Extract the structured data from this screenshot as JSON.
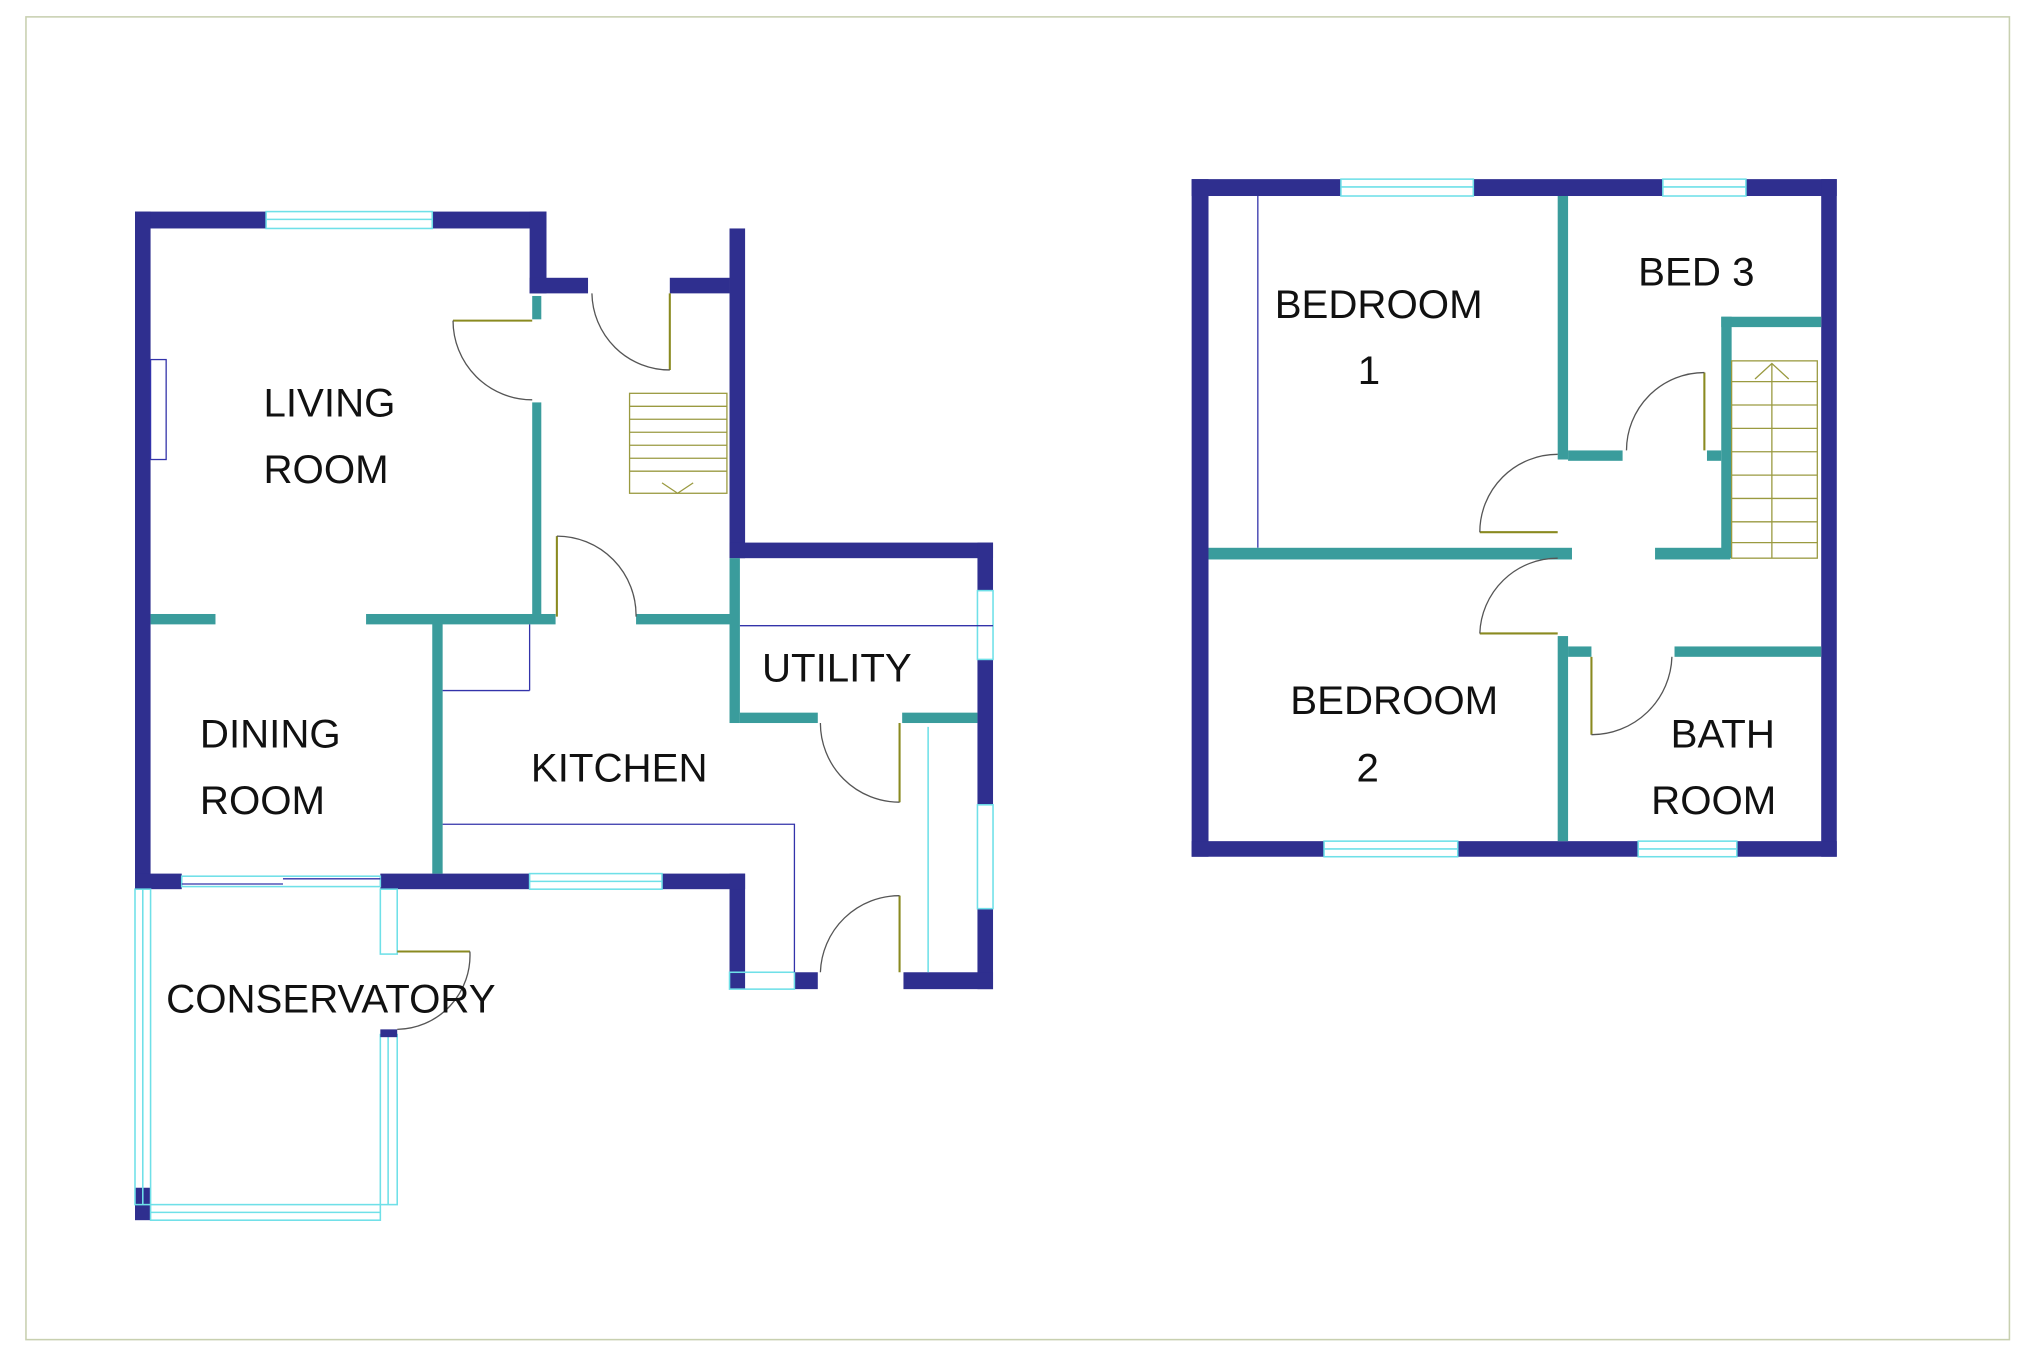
{
  "ground_floor": {
    "rooms": {
      "living_line1": "LIVING",
      "living_line2": "ROOM",
      "dining_line1": "DINING",
      "dining_line2": "ROOM",
      "kitchen": "KITCHEN",
      "utility": "UTILITY",
      "conservatory": "CONSERVATORY"
    }
  },
  "first_floor": {
    "rooms": {
      "bedroom1_line1": "BEDROOM",
      "bedroom1_line2": "1",
      "bed3": "BED 3",
      "bedroom2_line1": "BEDROOM",
      "bedroom2_line2": "2",
      "bath_line1": "BATH",
      "bath_line2": "ROOM"
    }
  },
  "colors": {
    "outer_wall": "#2f2f8f",
    "inner_wall": "#3a9c9c",
    "window": "#6fe0e8",
    "door": "#8a8a20"
  }
}
